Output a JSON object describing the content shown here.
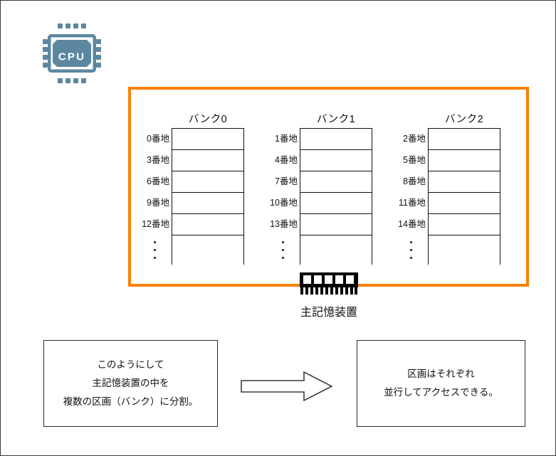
{
  "diagram": {
    "cpu": {
      "label": "CPU",
      "icon": "cpu-chip-icon",
      "color": "#5d87a1"
    },
    "memory_container": {
      "border_color": "#F98100"
    },
    "ram_module": {
      "icon": "ram-module-icon",
      "caption": "主記憶装置",
      "color": "#000000"
    },
    "banks": [
      {
        "title": "バンク0",
        "addresses": [
          "0番地",
          "3番地",
          "6番地",
          "9番地",
          "12番地"
        ],
        "continuation": "⋮"
      },
      {
        "title": "バンク1",
        "addresses": [
          "1番地",
          "4番地",
          "7番地",
          "10番地",
          "13番地"
        ],
        "continuation": "⋮"
      },
      {
        "title": "バンク2",
        "addresses": [
          "2番地",
          "5番地",
          "8番地",
          "11番地",
          "14番地"
        ],
        "continuation": "⋮"
      }
    ],
    "notes": {
      "left": {
        "lines": [
          "このようにして",
          "主記憶装置の中を",
          "複数の区画（バンク）に分割。"
        ]
      },
      "right": {
        "lines": [
          "区画はそれぞれ",
          "並行してアクセスできる。"
        ]
      }
    },
    "arrow": {
      "direction": "right",
      "icon": "block-arrow-right-icon"
    }
  }
}
